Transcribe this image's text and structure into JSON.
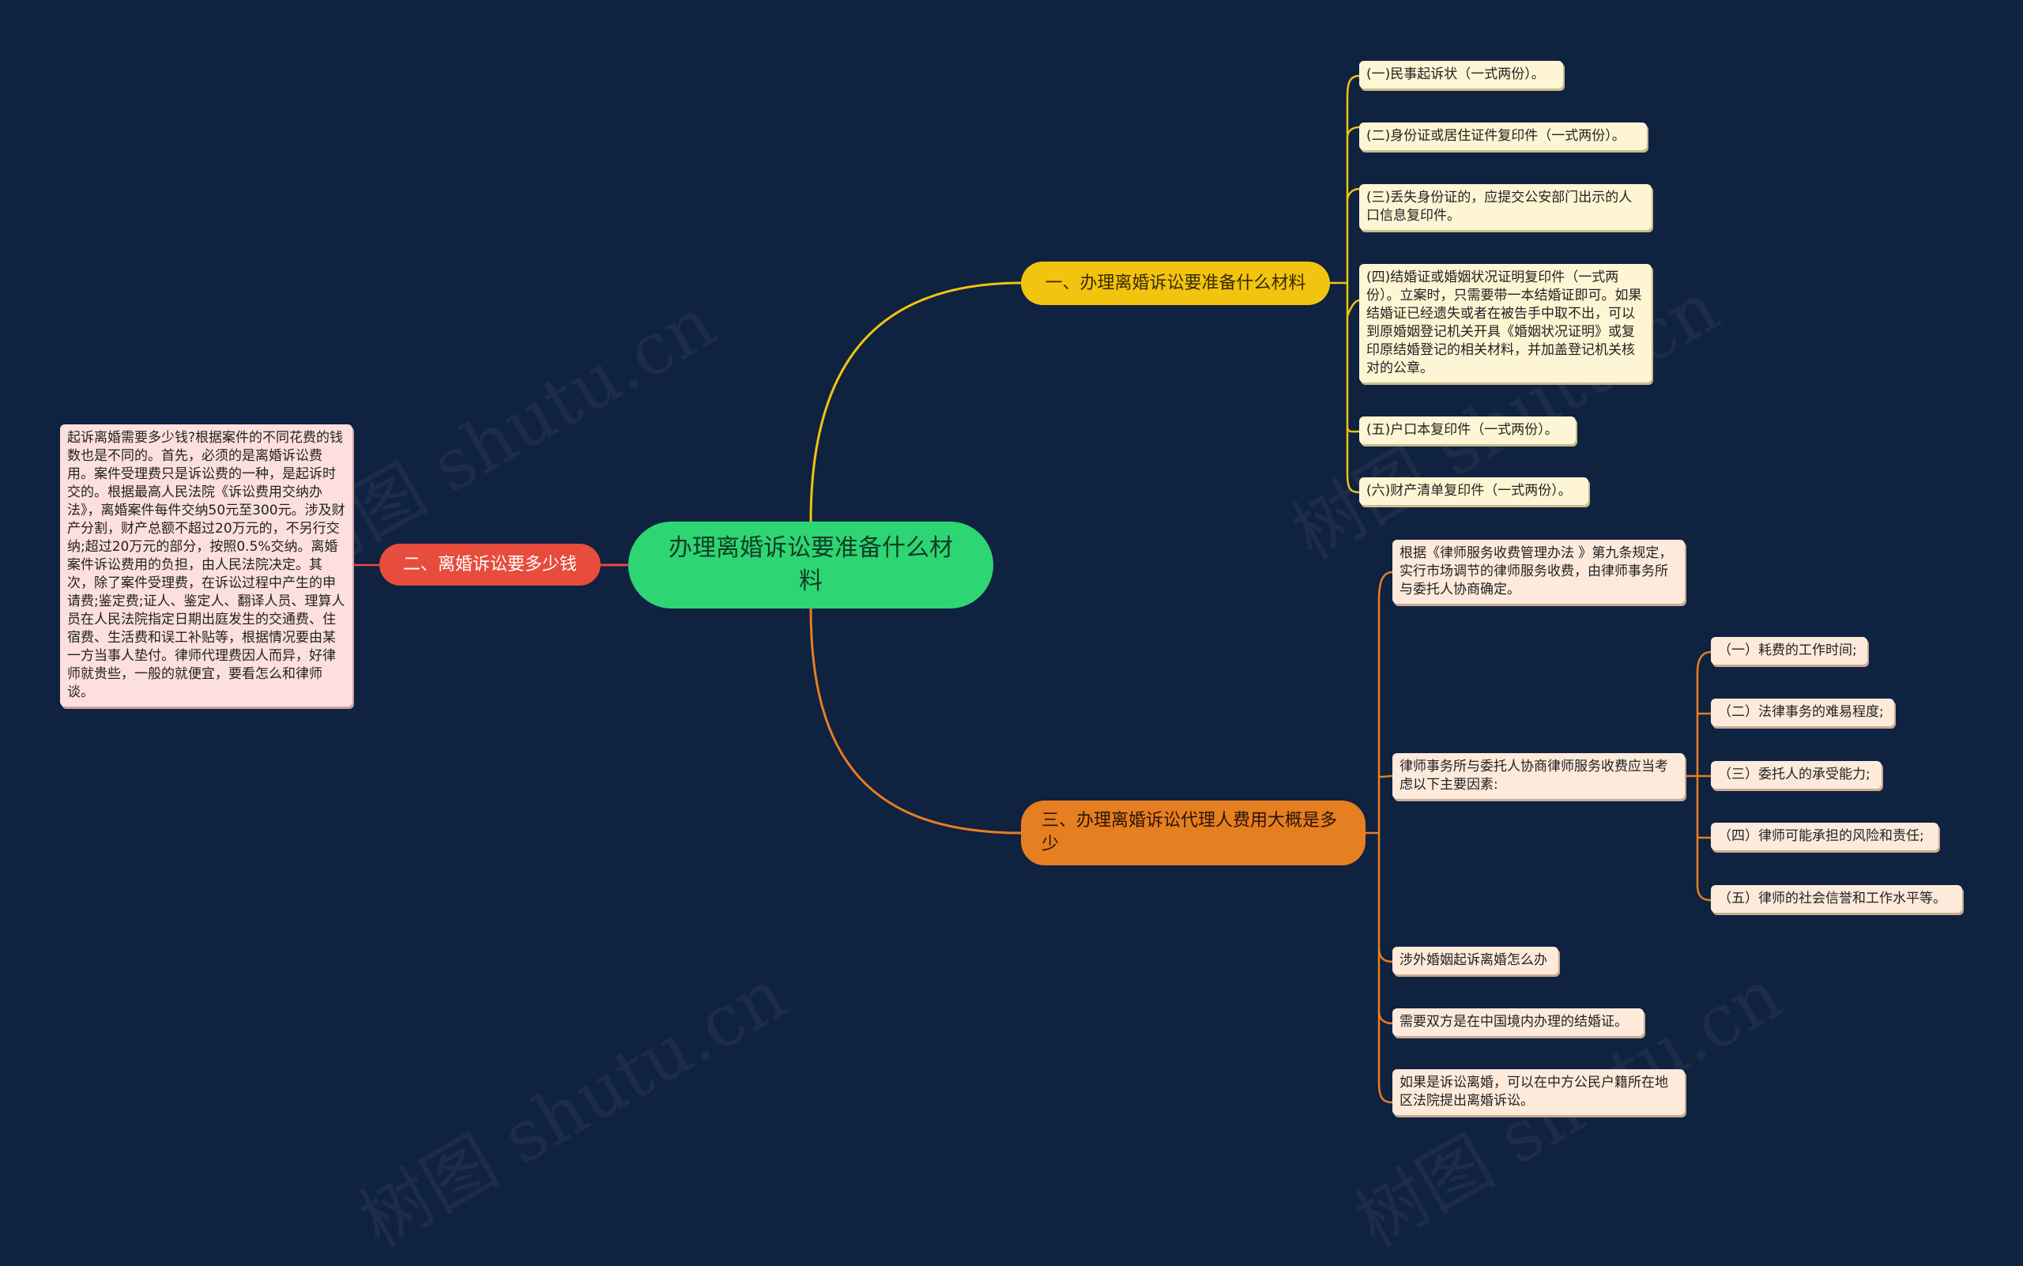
{
  "root": {
    "label": "办理离婚诉讼要准备什么材料"
  },
  "branches": [
    {
      "label": "一、办理离婚诉讼要准备什么材料",
      "color": "#f1c40f",
      "children": [
        "(一)民事起诉状（一式两份）。",
        "(二)身份证或居住证件复印件（一式两份）。",
        "(三)丢失身份证的，应提交公安部门出示的人口信息复印件。",
        "(四)结婚证或婚姻状况证明复印件（一式两份）。立案时，只需要带一本结婚证即可。如果结婚证已经遗失或者在被告手中取不出，可以到原婚姻登记机关开具《婚姻状况证明》或复印原结婚登记的相关材料，并加盖登记机关核对的公章。",
        "(五)户口本复印件（一式两份）。",
        "(六)财产清单复印件（一式两份）。"
      ]
    },
    {
      "label": "二、离婚诉讼要多少钱",
      "color": "#e74c3c",
      "children": [
        "起诉离婚需要多少钱?根据案件的不同花费的钱数也是不同的。首先，必须的是离婚诉讼费用。案件受理费只是诉讼费的一种，是起诉时交的。根据最高人民法院《诉讼费用交纳办法》，离婚案件每件交纳50元至300元。涉及财产分割，财产总额不超过20万元的，不另行交纳;超过20万元的部分，按照0.5%交纳。离婚案件诉讼费用的负担，由人民法院决定。其次，除了案件受理费，在诉讼过程中产生的申请费;鉴定费;证人、鉴定人、翻译人员、理算人员在人民法院指定日期出庭发生的交通费、住宿费、生活费和误工补贴等，根据情况要由某一方当事人垫付。律师代理费因人而异，好律师就贵些，一般的就便宜，要看怎么和律师谈。"
      ]
    },
    {
      "label": "三、办理离婚诉讼代理人费用大概是多少",
      "color": "#e67e22",
      "children": [
        "根据《律师服务收费管理办法 》第九条规定，实行市场调节的律师服务收费，由律师事务所与委托人协商确定。",
        "律师事务所与委托人协商律师服务收费应当考虑以下主要因素:",
        "涉外婚姻起诉离婚怎么办",
        "需要双方是在中国境内办理的结婚证。",
        "如果是诉讼离婚，可以在中方公民户籍所在地区法院提出离婚诉讼。"
      ],
      "factors": [
        "（一）耗费的工作时间;",
        "（二）法律事务的难易程度;",
        "（三）委托人的承受能力;",
        "（四）律师可能承担的风险和责任;",
        "（五）律师的社会信誉和工作水平等。"
      ]
    }
  ],
  "watermark": "树图 shutu.cn"
}
